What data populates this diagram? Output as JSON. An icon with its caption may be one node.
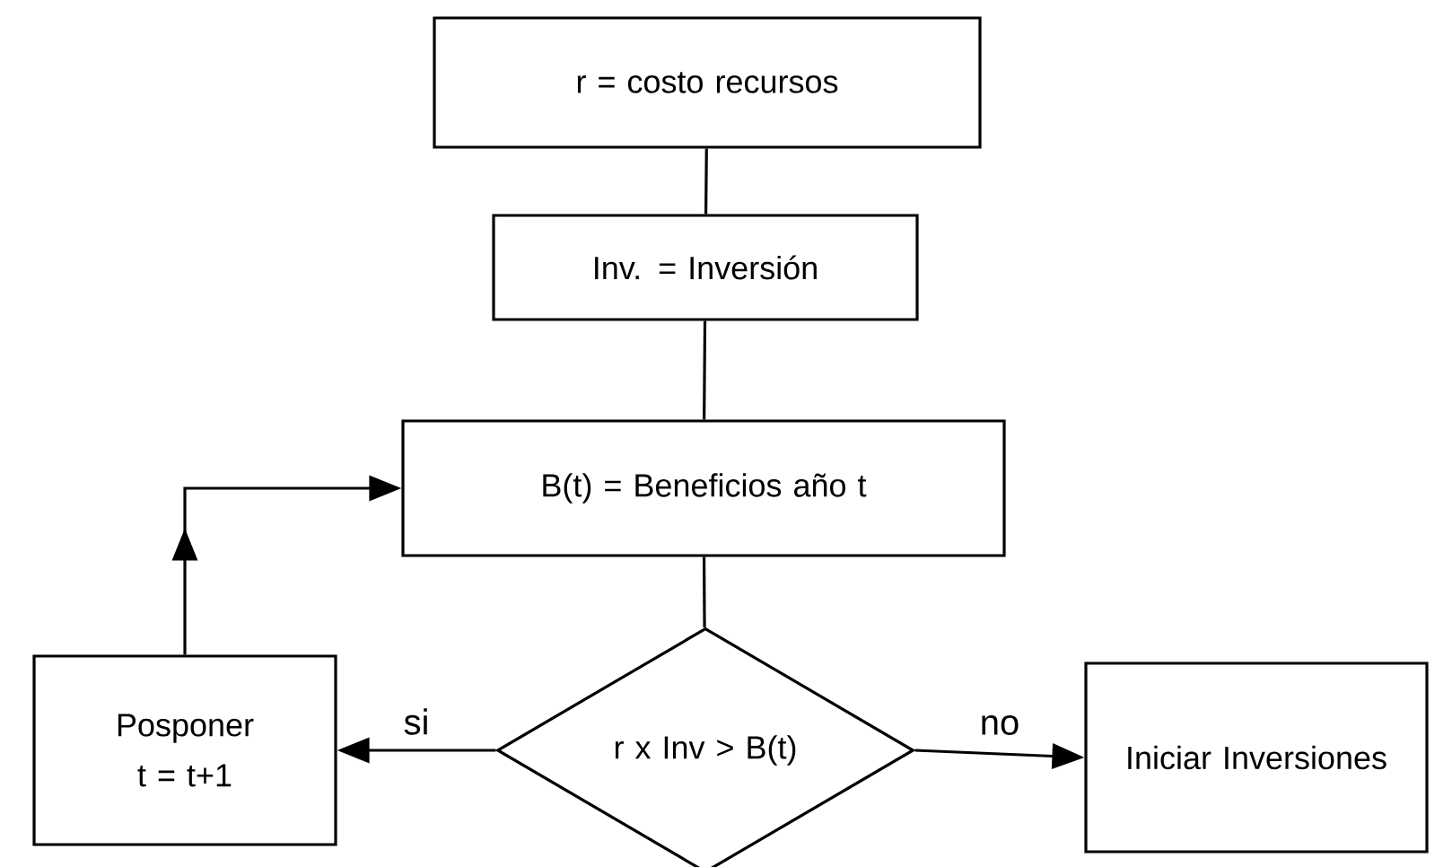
{
  "diagram": {
    "nodes": [
      {
        "text": [
          "r = costo recursos"
        ]
      },
      {
        "text": [
          "Inv. = Inversión"
        ]
      },
      {
        "text": [
          "B(t) = Beneficios año t"
        ]
      },
      {
        "text": [
          "r x Inv  > B(t)"
        ]
      },
      {
        "text": [
          "Posponer",
          "t = t+1"
        ]
      },
      {
        "text": [
          "Iniciar Inversiones"
        ]
      }
    ],
    "edges": [
      {
        "from": 0,
        "to": 1,
        "arrow": "none"
      },
      {
        "from": 1,
        "to": 2,
        "arrow": "none"
      },
      {
        "from": 2,
        "to": 3,
        "arrow": "none"
      },
      {
        "from": 3,
        "to": 4,
        "arrow": "to",
        "label": "si"
      },
      {
        "from": 3,
        "to": 5,
        "arrow": "to",
        "label": "no"
      },
      {
        "from": 4,
        "to": 2,
        "arrow": "to"
      }
    ]
  }
}
